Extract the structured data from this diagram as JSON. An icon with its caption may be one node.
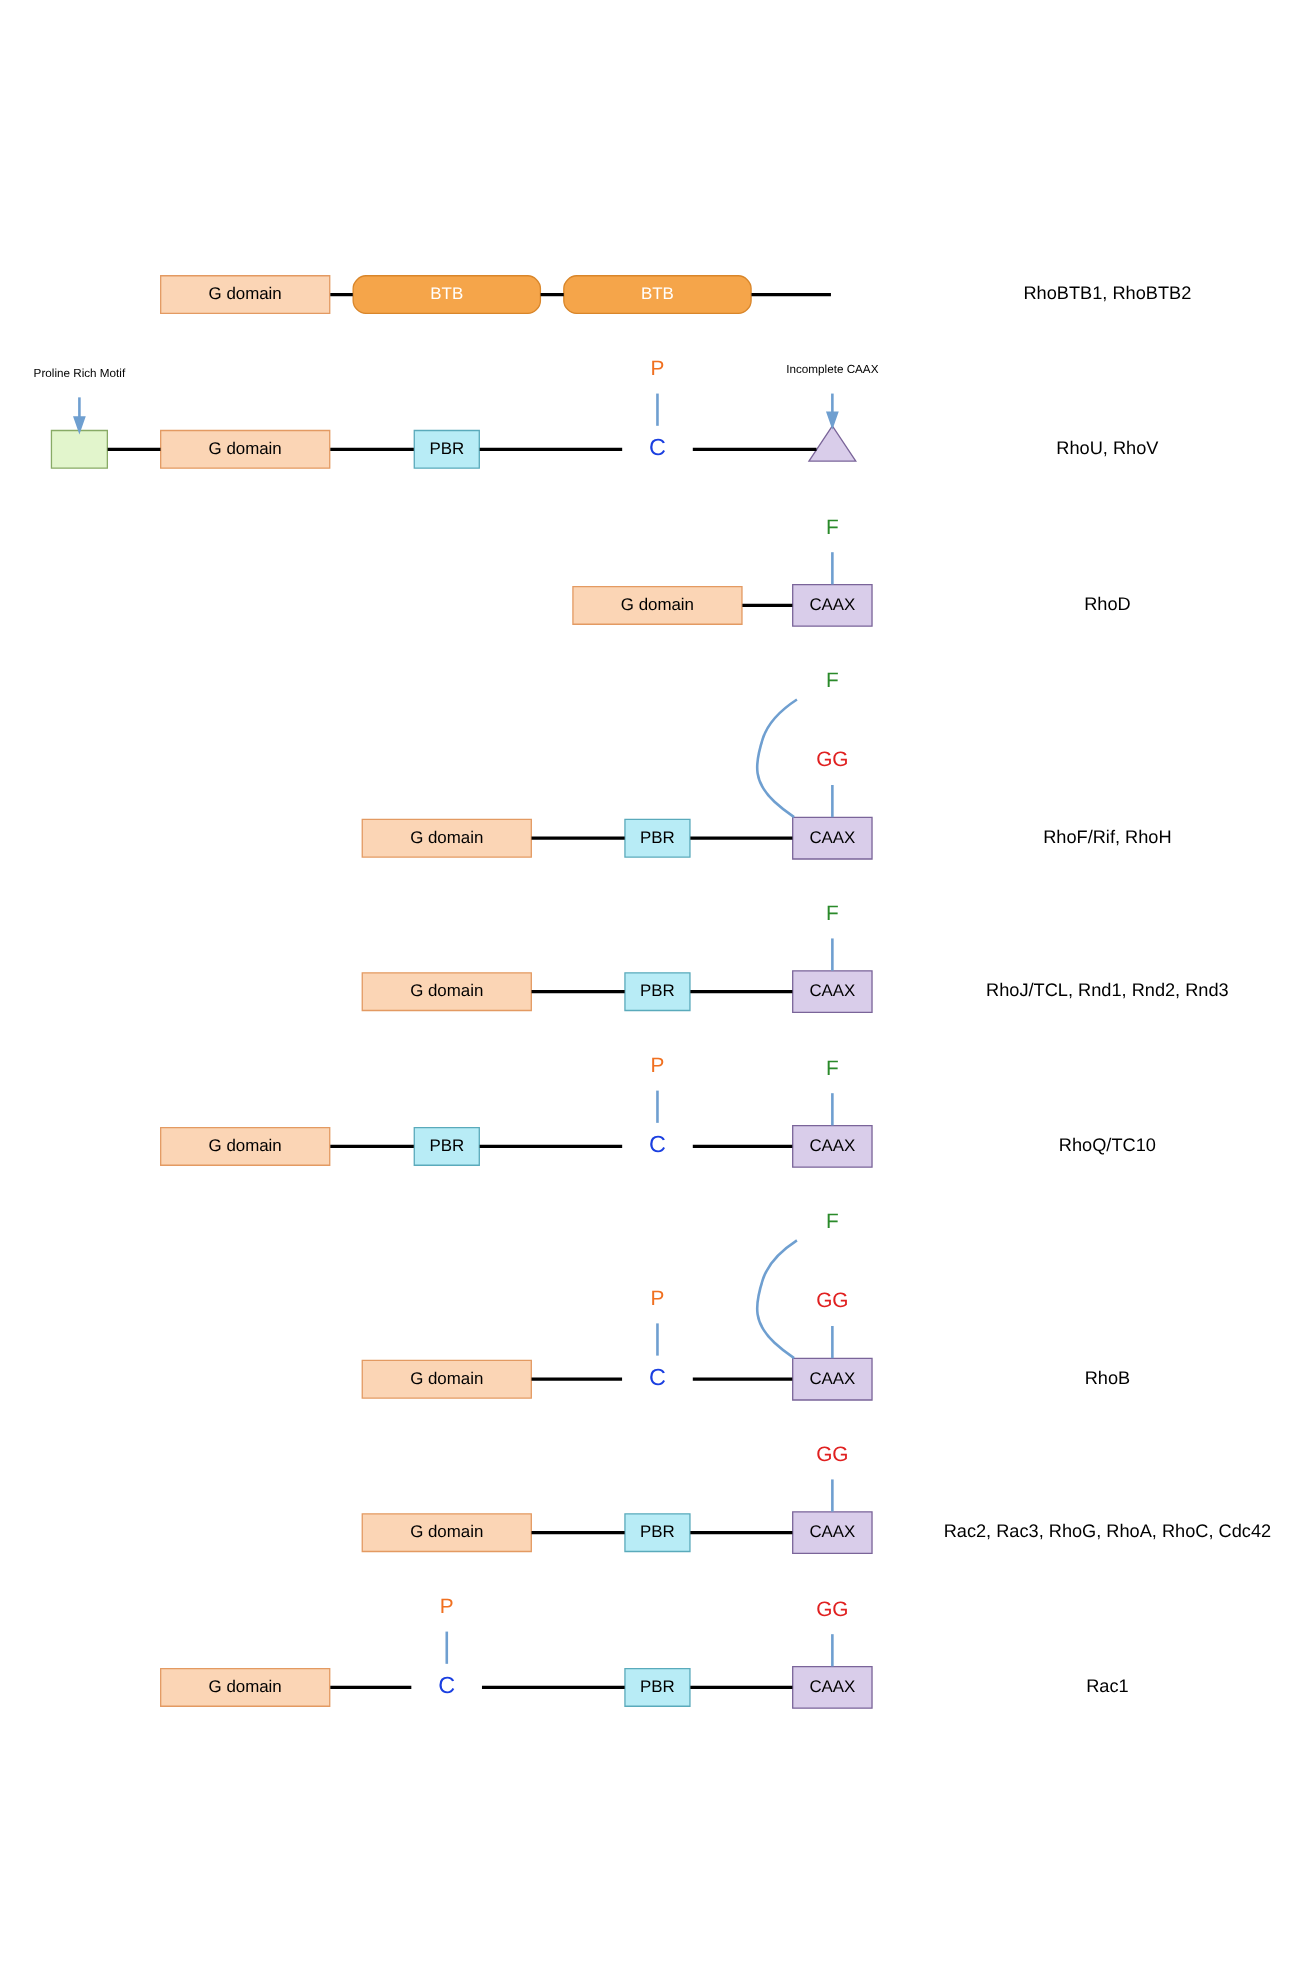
{
  "diagram": {
    "nodes": [
      {
        "text": [
          "P"
        ]
      },
      {
        "text": [
          "GG"
        ]
      },
      {
        "text": [
          "G domain"
        ]
      },
      {
        "text": [
          "C"
        ]
      },
      {
        "text": [
          "PBR"
        ]
      },
      {
        "text": [
          "CAAX"
        ]
      },
      {
        "text": [
          "GG"
        ]
      },
      {
        "text": [
          "G domain"
        ]
      },
      {
        "text": [
          "PBR"
        ]
      },
      {
        "text": [
          "CAAX"
        ]
      },
      {
        "text": [
          "P"
        ]
      },
      {
        "text": [
          "F"
        ]
      },
      {
        "text": [
          "GG"
        ]
      },
      {
        "text": [
          "G domain"
        ]
      },
      {
        "text": [
          "C"
        ]
      },
      {
        "text": [
          "CAAX"
        ]
      },
      {
        "text": [
          "P"
        ]
      },
      {
        "text": [
          "F"
        ]
      },
      {
        "text": [
          "G domain"
        ]
      },
      {
        "text": [
          "PBR"
        ]
      },
      {
        "text": [
          "C"
        ]
      },
      {
        "text": [
          "CAAX"
        ]
      },
      {
        "text": [
          "F"
        ]
      },
      {
        "text": [
          "G domain"
        ]
      },
      {
        "text": [
          "PBR"
        ]
      },
      {
        "text": [
          "CAAX"
        ]
      },
      {
        "text": [
          "F"
        ]
      },
      {
        "text": [
          "GG"
        ]
      },
      {
        "text": [
          "G domain"
        ]
      },
      {
        "text": [
          "PBR"
        ]
      },
      {
        "text": [
          "CAAX"
        ]
      },
      {
        "text": [
          "F"
        ]
      },
      {
        "text": [
          "G domain"
        ]
      },
      {
        "text": [
          "CAAX"
        ]
      },
      {
        "text": [
          "P"
        ]
      },
      {
        "text": [],
        "shape": "box"
      },
      {
        "text": [
          "G domain"
        ]
      },
      {
        "text": [
          "PBR"
        ]
      },
      {
        "text": [
          "C"
        ]
      },
      {
        "text": [],
        "shape": "triangle"
      },
      {
        "text": [
          "Proline Rich Motif"
        ]
      },
      {
        "text": [
          "Incomplete CAAX"
        ]
      },
      {
        "text": [
          "G domain"
        ]
      },
      {
        "text": [
          "BTB"
        ]
      },
      {
        "text": [
          "BTB"
        ]
      }
    ],
    "edges": [
      {
        "from": 2,
        "to": 3,
        "arrow": "none"
      },
      {
        "from": 3,
        "to": 4,
        "arrow": "none"
      },
      {
        "from": 4,
        "to": 5,
        "arrow": "none"
      },
      {
        "from": 0,
        "to": 3,
        "arrow": "none",
        "color": "#6f9fd0"
      },
      {
        "from": 1,
        "to": 5,
        "arrow": "none",
        "color": "#6f9fd0"
      },
      {
        "from": 7,
        "to": 8,
        "arrow": "none"
      },
      {
        "from": 8,
        "to": 9,
        "arrow": "none"
      },
      {
        "from": 6,
        "to": 9,
        "arrow": "none",
        "color": "#6f9fd0"
      },
      {
        "from": 13,
        "to": 14,
        "arrow": "none"
      },
      {
        "from": 14,
        "to": 15,
        "arrow": "none"
      },
      {
        "from": 10,
        "to": 14,
        "arrow": "none",
        "color": "#6f9fd0"
      },
      {
        "from": 11,
        "to": 15,
        "arrow": "none",
        "color": "#6f9fd0"
      },
      {
        "from": 12,
        "to": 15,
        "arrow": "none",
        "color": "#6f9fd0"
      },
      {
        "from": 18,
        "to": 19,
        "arrow": "none"
      },
      {
        "from": 19,
        "to": 20,
        "arrow": "none"
      },
      {
        "from": 20,
        "to": 21,
        "arrow": "none"
      },
      {
        "from": 16,
        "to": 20,
        "arrow": "none",
        "color": "#6f9fd0"
      },
      {
        "from": 17,
        "to": 21,
        "arrow": "none",
        "color": "#6f9fd0"
      },
      {
        "from": 23,
        "to": 24,
        "arrow": "none"
      },
      {
        "from": 24,
        "to": 25,
        "arrow": "none"
      },
      {
        "from": 22,
        "to": 25,
        "arrow": "none",
        "color": "#6f9fd0"
      },
      {
        "from": 28,
        "to": 29,
        "arrow": "none"
      },
      {
        "from": 29,
        "to": 30,
        "arrow": "none"
      },
      {
        "from": 26,
        "to": 30,
        "arrow": "none",
        "color": "#6f9fd0"
      },
      {
        "from": 27,
        "to": 30,
        "arrow": "none",
        "color": "#6f9fd0"
      },
      {
        "from": 32,
        "to": 33,
        "arrow": "none"
      },
      {
        "from": 31,
        "to": 33,
        "arrow": "none",
        "color": "#6f9fd0"
      },
      {
        "from": 35,
        "to": 36,
        "arrow": "none"
      },
      {
        "from": 36,
        "to": 37,
        "arrow": "none"
      },
      {
        "from": 37,
        "to": 38,
        "arrow": "none"
      },
      {
        "from": 38,
        "to": 39,
        "arrow": "none"
      },
      {
        "from": 34,
        "to": 38,
        "arrow": "none",
        "color": "#6f9fd0"
      },
      {
        "from": 40,
        "to": 35,
        "arrow": "to",
        "color": "#6f9fd0"
      },
      {
        "from": 41,
        "to": 39,
        "arrow": "to",
        "color": "#6f9fd0"
      },
      {
        "from": 42,
        "to": 43,
        "arrow": "none"
      },
      {
        "from": 43,
        "to": 44,
        "arrow": "none"
      },
      {
        "from": 44,
        "to": null,
        "arrow": "none"
      }
    ],
    "labels": [
      "Rac1",
      "Rac2, Rac3, RhoG, RhoA, RhoC, Cdc42",
      "RhoB",
      "RhoQ/TC10",
      "RhoJ/TCL, Rnd1, Rnd2, Rnd3",
      "RhoF/Rif, RhoH",
      "RhoD",
      "RhoU, RhoV",
      "RhoBTB1, RhoBTB2"
    ]
  }
}
